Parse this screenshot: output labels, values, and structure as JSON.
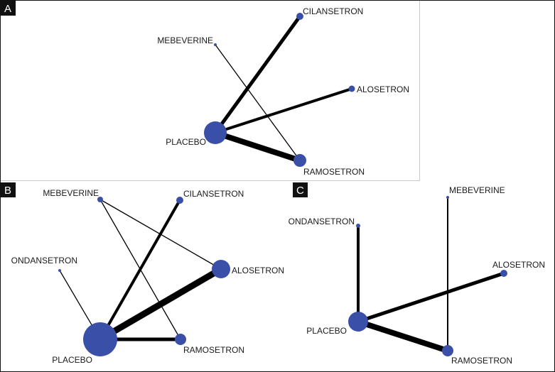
{
  "colors": {
    "node": "#3a4fa8",
    "edge": "#000000",
    "label_bg": "#111111",
    "label_text": "#ffffff",
    "frame": "#c8c8c8"
  },
  "panels": [
    {
      "id": "A",
      "label": "A",
      "nodes": [
        {
          "id": "cilansetron",
          "label": "CILANSETRON"
        },
        {
          "id": "mebeverine",
          "label": "MEBEVERINE"
        },
        {
          "id": "alosetron",
          "label": "ALOSETRON"
        },
        {
          "id": "placebo",
          "label": "PLACEBO"
        },
        {
          "id": "ramosetron",
          "label": "RAMOSETRON"
        }
      ],
      "edges": [
        {
          "from": "placebo",
          "to": "cilansetron"
        },
        {
          "from": "placebo",
          "to": "alosetron"
        },
        {
          "from": "placebo",
          "to": "ramosetron"
        },
        {
          "from": "mebeverine",
          "to": "ramosetron"
        }
      ]
    },
    {
      "id": "B",
      "label": "B",
      "nodes": [
        {
          "id": "mebeverine",
          "label": "MEBEVERINE"
        },
        {
          "id": "cilansetron",
          "label": "CILANSETRON"
        },
        {
          "id": "ondansetron",
          "label": "ONDANSETRON"
        },
        {
          "id": "alosetron",
          "label": "ALOSETRON"
        },
        {
          "id": "placebo",
          "label": "PLACEBO"
        },
        {
          "id": "ramosetron",
          "label": "RAMOSETRON"
        }
      ],
      "edges": [
        {
          "from": "placebo",
          "to": "cilansetron"
        },
        {
          "from": "placebo",
          "to": "alosetron"
        },
        {
          "from": "placebo",
          "to": "ramosetron"
        },
        {
          "from": "placebo",
          "to": "ondansetron"
        },
        {
          "from": "mebeverine",
          "to": "alosetron"
        },
        {
          "from": "mebeverine",
          "to": "ramosetron"
        }
      ]
    },
    {
      "id": "C",
      "label": "C",
      "nodes": [
        {
          "id": "mebeverine",
          "label": "MEBEVERINE"
        },
        {
          "id": "ondansetron",
          "label": "ONDANSETRON"
        },
        {
          "id": "alosetron",
          "label": "ALOSETRON"
        },
        {
          "id": "placebo",
          "label": "PLACEBO"
        },
        {
          "id": "ramosetron",
          "label": "RAMOSETRON"
        }
      ],
      "edges": [
        {
          "from": "placebo",
          "to": "ondansetron"
        },
        {
          "from": "placebo",
          "to": "alosetron"
        },
        {
          "from": "placebo",
          "to": "ramosetron"
        },
        {
          "from": "mebeverine",
          "to": "ramosetron"
        }
      ]
    }
  ]
}
